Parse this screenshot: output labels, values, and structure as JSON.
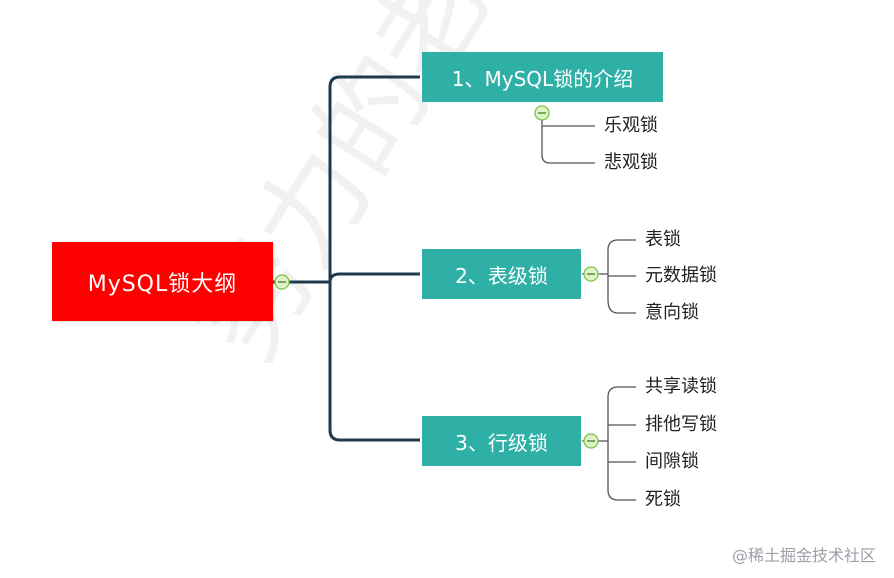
{
  "root": {
    "label": "MySQL锁大纲"
  },
  "branches": [
    {
      "label": "1、MySQL锁的介绍",
      "children": [
        "乐观锁",
        "悲观锁"
      ]
    },
    {
      "label": "2、表级锁",
      "children": [
        "表锁",
        "元数据锁",
        "意向锁"
      ]
    },
    {
      "label": "3、行级锁",
      "children": [
        "共享读锁",
        "排他写锁",
        "间隙锁",
        "死锁"
      ]
    }
  ],
  "background_watermark": "努力的老刘",
  "watermark": "@稀土掘金技术社区",
  "colors": {
    "root": "#ff0000",
    "branch": "#2fb0a6",
    "connector": "#1f3a4d",
    "collapse_toggle": "#9bd36a"
  }
}
